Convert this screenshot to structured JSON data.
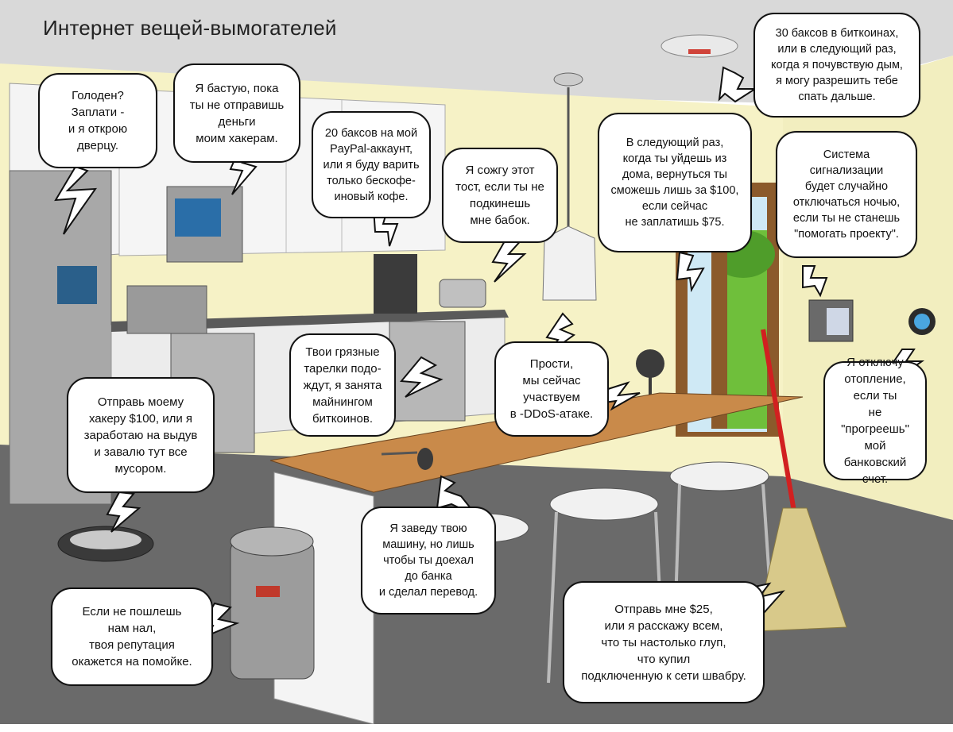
{
  "title": "Интернет вещей-вымогателей",
  "bubbles": {
    "fridge": "Голоден?\nЗаплати -\nи я открою\nдверцу.",
    "microwave": "Я бастую, пока\nты не отправишь\nденьги\nмоим хакерам.",
    "coffee": "20 баксов на мой\nPayPal-аккаунт,\nили я буду варить\nтолько бескофе-\nиновый кофе.",
    "toaster": "Я сожгу этот\nтост, если ты не\nподкинешь\nмне бабок.",
    "door_lock": "В следующий раз,\nкогда ты уйдешь из\nдома, вернуться ты\nсможешь лишь за $100,\nесли сейчас\nне заплатишь $75.",
    "smoke_detector": "30 баксов в биткоинах,\nили в следующий раз,\nкогда я почувствую дым,\nя могу разрешить тебе\nспать дальше.",
    "alarm": "Система\nсигнализации\nбудет случайно\nотключаться ночью,\nесли ты не станешь\n\"помогать проекту\".",
    "dishwasher": "Твои грязные\nтарелки подо-\nждут, я занята\nмайнингом\nбиткоинов.",
    "camera": "Прости,\nмы сейчас\nучаствуем\nв -DDoS-атаке.",
    "thermostat": "Я отключу\nотопление,\nесли ты\nне \"прогреешь\"\nмой банковский\nсчет.",
    "vacuum": "Отправь моему\nхакеру $100, или я\nзаработаю на выдув\nи завалю тут все\nмусором.",
    "car_keys": "Я заведу твою\nмашину, но лишь\nчтобы ты доехал\nдо банка\nи сделал перевод.",
    "trash_can": "Если не пошлешь\nнам нал,\nтвоя репутация\nокажется на помойке.",
    "broom": "Отправь мне $25,\nили я расскажу всем,\nчто ты настолько глуп,\nчто купил\nподключенную к сети швабру."
  },
  "colors": {
    "wall": "#f7f3c7",
    "ceiling": "#dcdcdc",
    "floor": "#6b6b6b",
    "countertop": "#c98a4a",
    "cabinet": "#f4f4f4",
    "steel": "#a8a8a8",
    "garden": "#6fbf3b",
    "door_frame": "#8b5a2b",
    "broom_handle": "#d12020",
    "bubble_border": "#111111"
  }
}
